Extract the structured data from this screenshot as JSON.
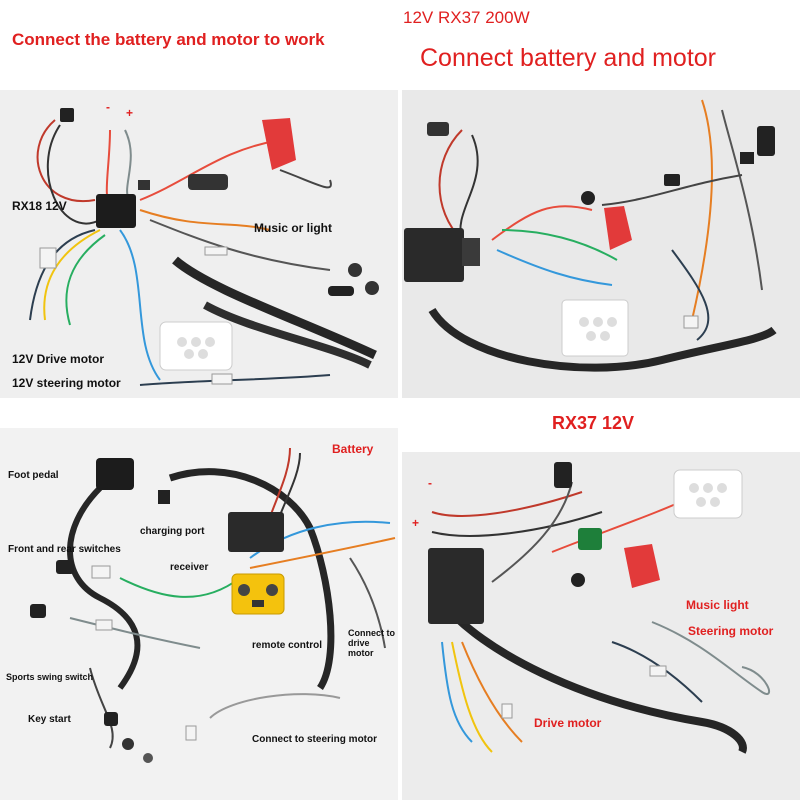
{
  "top_titles": {
    "left": "Connect the battery and motor to work",
    "right_small": "12V RX37 200W",
    "right_big": "Connect battery and motor"
  },
  "panel_tl": {
    "labels": {
      "minus": "-",
      "plus": "+",
      "rx18": "RX18 12V",
      "music": "Music or light",
      "drive": "12V Drive motor",
      "steering": "12V steering motor"
    }
  },
  "panel_bl": {
    "labels": {
      "battery": "Battery",
      "foot_pedal": "Foot pedal",
      "charging_port": "charging port",
      "front_rear": "Front and rear switches",
      "receiver": "receiver",
      "remote": "remote control",
      "connect_drive": "Connect to drive motor",
      "sports_swing": "Sports swing switch",
      "key_start": "Key start",
      "connect_steering": "Connect to steering motor"
    }
  },
  "panel_br": {
    "title": "RX37   12V",
    "labels": {
      "minus": "-",
      "plus": "+",
      "music_light": "Music light",
      "steering_motor": "Steering motor",
      "drive_motor": "Drive motor"
    }
  },
  "colors": {
    "accent": "#e02020",
    "photo_bg": "#ececec",
    "harness": "#2a2a2a"
  }
}
